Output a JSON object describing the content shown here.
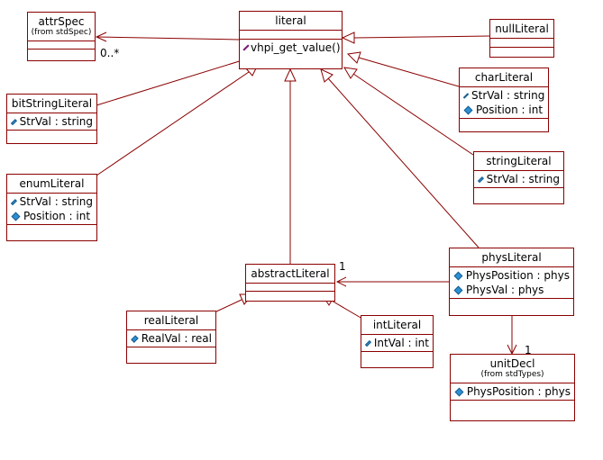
{
  "classes": {
    "literal": {
      "name": "literal",
      "operations": [
        "vhpi_get_value()"
      ]
    },
    "attrSpec": {
      "name": "attrSpec",
      "stereotype": "(from stdSpec)"
    },
    "nullLiteral": {
      "name": "nullLiteral"
    },
    "bitStringLiteral": {
      "name": "bitStringLiteral",
      "attributes": [
        "StrVal : string"
      ]
    },
    "charLiteral": {
      "name": "charLiteral",
      "attributes": [
        "StrVal : string",
        "Position : int"
      ]
    },
    "stringLiteral": {
      "name": "stringLiteral",
      "attributes": [
        "StrVal : string"
      ]
    },
    "enumLiteral": {
      "name": "enumLiteral",
      "attributes": [
        "StrVal : string",
        "Position : int"
      ]
    },
    "abstractLiteral": {
      "name": "abstractLiteral"
    },
    "physLiteral": {
      "name": "physLiteral",
      "attributes": [
        "PhysPosition : phys",
        "PhysVal : phys"
      ]
    },
    "realLiteral": {
      "name": "realLiteral",
      "attributes": [
        "RealVal : real"
      ]
    },
    "intLiteral": {
      "name": "intLiteral",
      "attributes": [
        "IntVal : int"
      ]
    },
    "unitDecl": {
      "name": "unitDecl",
      "stereotype": "(from stdTypes)",
      "attributes": [
        "PhysPosition : phys"
      ]
    }
  },
  "labels": {
    "attrSpec_mult": "0..*",
    "abstract_mult": "1",
    "unitDecl_mult": "1"
  },
  "colors": {
    "line": "#8b0000",
    "attribute_icon": "#2b8fd6",
    "operation_icon": "#c040c0"
  }
}
